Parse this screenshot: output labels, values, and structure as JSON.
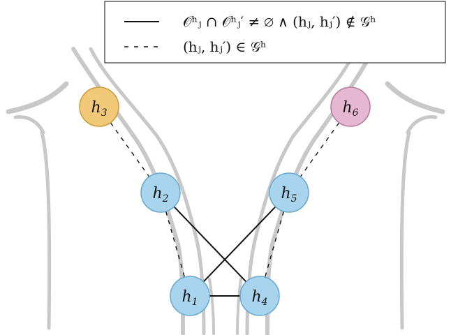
{
  "nodes": [
    {
      "id": "h1",
      "base": "h",
      "sub": "1",
      "color": "#a8d4ee",
      "stroke": "#6aa7cc"
    },
    {
      "id": "h2",
      "base": "h",
      "sub": "2",
      "color": "#a8d4ee",
      "stroke": "#6aa7cc"
    },
    {
      "id": "h3",
      "base": "h",
      "sub": "3",
      "color": "#f2c978",
      "stroke": "#c99a3a"
    },
    {
      "id": "h4",
      "base": "h",
      "sub": "4",
      "color": "#a8d4ee",
      "stroke": "#6aa7cc"
    },
    {
      "id": "h5",
      "base": "h",
      "sub": "5",
      "color": "#a8d4ee",
      "stroke": "#6aa7cc"
    },
    {
      "id": "h6",
      "base": "h",
      "sub": "6",
      "color": "#e6b7d1",
      "stroke": "#b07a98"
    }
  ],
  "edges_solid": [
    [
      "h2",
      "h4"
    ],
    [
      "h5",
      "h1"
    ],
    [
      "h1",
      "h4"
    ]
  ],
  "edges_dashed": [
    [
      "h3",
      "h2"
    ],
    [
      "h2",
      "h1"
    ],
    [
      "h6",
      "h5"
    ],
    [
      "h5",
      "h4"
    ]
  ],
  "legend": {
    "solid_label": "𝒪ʰⱼ ∩ 𝒪ʰⱼ′ ≠ ∅  ∧  (hⱼ, hⱼ′) ∉ 𝒢ʰ",
    "dashed_label": "(hⱼ, hⱼ′) ∈ 𝒢ʰ"
  },
  "colors": {
    "body_outline": "#c8c8c8",
    "edge": "#111111"
  }
}
